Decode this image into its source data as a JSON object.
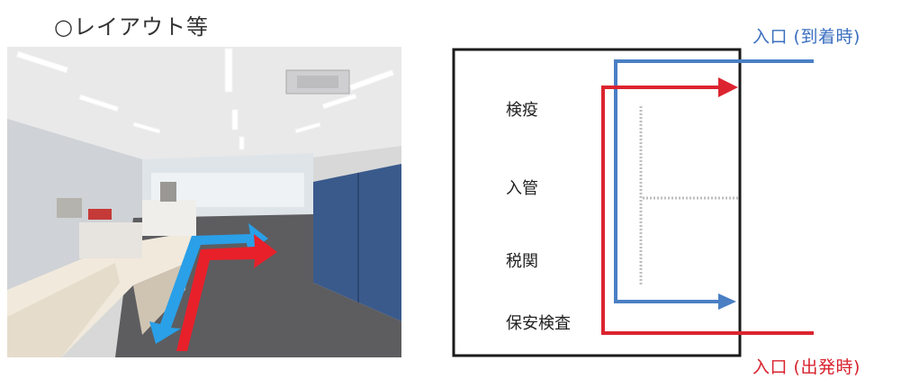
{
  "section_title": "○レイアウト等",
  "steps": [
    "検疫",
    "入管",
    "税関",
    "保安検査"
  ],
  "entrances": {
    "arrival": "入口 (到着時)",
    "departure": "入口 (出発時)"
  },
  "colors": {
    "arrival_route": "#4a7fc4",
    "departure_route": "#dc2430",
    "photo_arrow_blue": "#2aa0e8",
    "photo_arrow_red": "#e8202a"
  }
}
